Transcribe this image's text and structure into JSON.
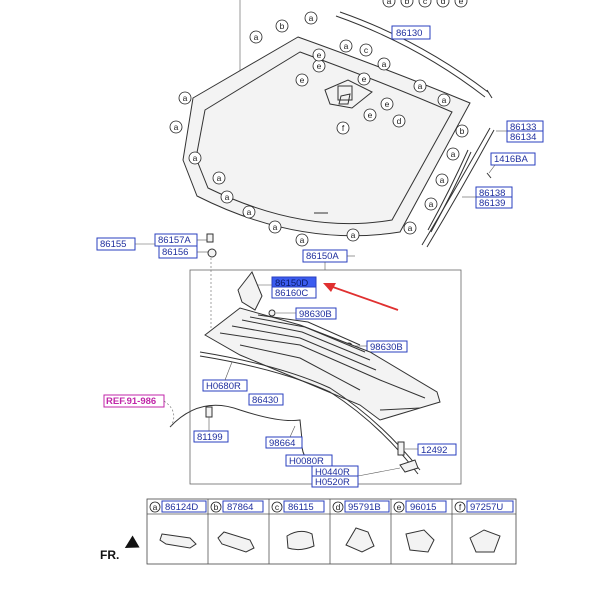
{
  "part_numbers": {
    "p86130": "86130",
    "p86133": "86133",
    "p86134": "86134",
    "p1416BA": "1416BA",
    "p86138": "86138",
    "p86139": "86139",
    "p86157A": "86157A",
    "p86155": "86155",
    "p86156": "86156",
    "p86150A": "86150A",
    "p86150D": "86150D",
    "p86160C": "86160C",
    "p98630B_1": "98630B",
    "p98630B_2": "98630B",
    "pH0680R": "H0680R",
    "p86430": "86430",
    "p81199": "81199",
    "p98664": "98664",
    "pH0080R": "H0080R",
    "pH0440R": "H0440R",
    "pH0520R": "H0520R",
    "p12492": "12492"
  },
  "ref_label": "REF.91-986",
  "callouts": {
    "a": "a",
    "b": "b",
    "c": "c",
    "d": "d",
    "e": "e",
    "f": "f"
  },
  "legend": [
    {
      "letter": "a",
      "part": "86124D"
    },
    {
      "letter": "b",
      "part": "87864"
    },
    {
      "letter": "c",
      "part": "86115"
    },
    {
      "letter": "d",
      "part": "95791B"
    },
    {
      "letter": "e",
      "part": "96015"
    },
    {
      "letter": "f",
      "part": "97257U"
    }
  ],
  "front_label": "FR.",
  "colors": {
    "part_number": "#2a3fbf",
    "highlight": "#3b5cf0",
    "reference": "#c026a8",
    "pointer_arrow": "#e03030"
  }
}
